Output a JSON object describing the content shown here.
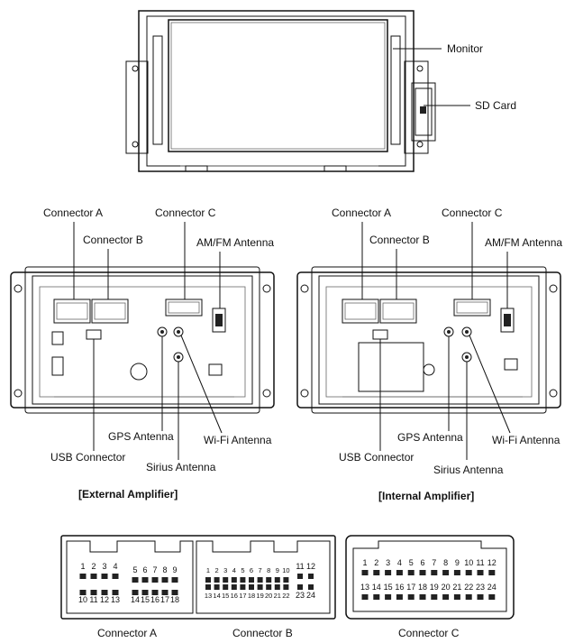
{
  "top_unit": {
    "labels": {
      "monitor": "Monitor",
      "sd_card": "SD Card"
    }
  },
  "external_unit": {
    "caption": "[External Amplifier]",
    "labels": {
      "connector_a": "Connector A",
      "connector_b": "Connector B",
      "connector_c": "Connector C",
      "am_fm": "AM/FM Antenna",
      "gps": "GPS Antenna",
      "wifi": "Wi-Fi Antenna",
      "usb": "USB Connector",
      "sirius": "Sirius Antenna"
    }
  },
  "internal_unit": {
    "caption": "[Internal Amplifier]",
    "labels": {
      "connector_a": "Connector A",
      "connector_b": "Connector B",
      "connector_c": "Connector C",
      "am_fm": "AM/FM Antenna",
      "gps": "GPS Antenna",
      "wifi": "Wi-Fi Antenna",
      "usb": "USB Connector",
      "sirius": "Sirius Antenna"
    }
  },
  "connector_faces": {
    "a": {
      "name": "Connector A",
      "top_left": [
        "1",
        "2",
        "3",
        "4"
      ],
      "top_right": [
        "5",
        "6",
        "7",
        "8",
        "9"
      ],
      "bottom_left": [
        "10",
        "11",
        "12",
        "13"
      ],
      "bottom_right": [
        "14",
        "15",
        "16",
        "17",
        "18"
      ]
    },
    "b": {
      "name": "Connector B",
      "top_main": [
        "1",
        "2",
        "3",
        "4",
        "5",
        "6",
        "7",
        "8",
        "9",
        "10"
      ],
      "top_end": [
        "11",
        "12"
      ],
      "bottom_main": [
        "13",
        "14",
        "15",
        "16",
        "17",
        "18",
        "19",
        "20",
        "21",
        "22"
      ],
      "bottom_end": [
        "23",
        "24"
      ]
    },
    "c": {
      "name": "Connector C",
      "top": [
        "1",
        "2",
        "3",
        "4",
        "5",
        "6",
        "7",
        "8",
        "9",
        "10",
        "11",
        "12"
      ],
      "bottom": [
        "13",
        "14",
        "15",
        "16",
        "17",
        "18",
        "19",
        "20",
        "21",
        "22",
        "23",
        "24"
      ]
    }
  }
}
